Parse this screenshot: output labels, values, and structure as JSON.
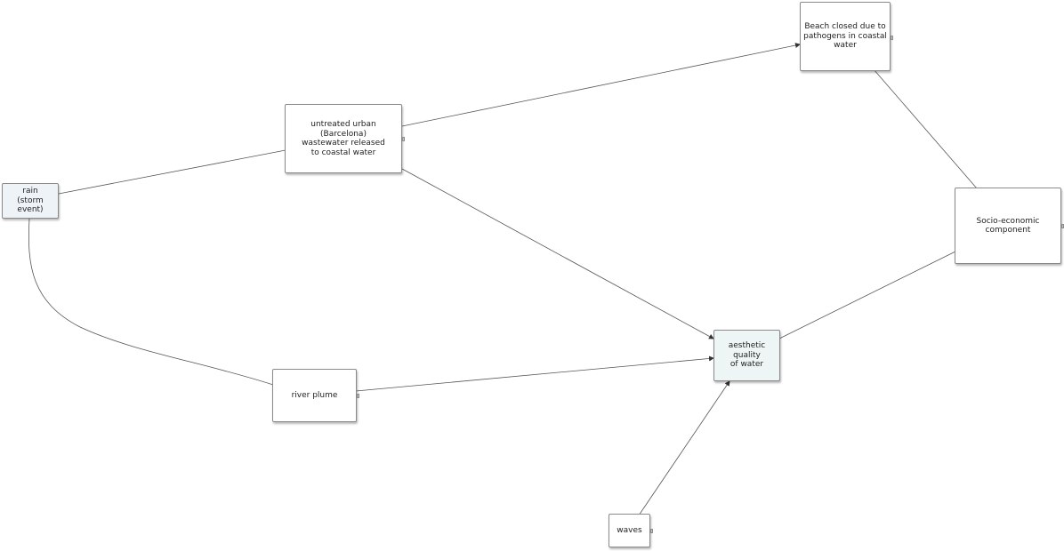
{
  "nodes": [
    {
      "id": "rain",
      "label": "rain\n(storm event)",
      "fill": "#eef3f7"
    },
    {
      "id": "wastewater",
      "label": "untreated urban (Barcelona)\nwastewater released\nto coastal water",
      "fill": "#ffffff"
    },
    {
      "id": "beach",
      "label": "Beach closed due to\npathogens in coastal\nwater",
      "fill": "#ffffff"
    },
    {
      "id": "socio",
      "label": "Socio-economic component",
      "fill": "#ffffff"
    },
    {
      "id": "aesthetic",
      "label": "aesthetic quality\nof water",
      "fill": "#eef5f5"
    },
    {
      "id": "river",
      "label": "river plume",
      "fill": "#ffffff"
    },
    {
      "id": "waves",
      "label": "waves",
      "fill": "#ffffff"
    }
  ],
  "edges": [
    {
      "from": "rain",
      "to": "wastewater",
      "arrow": false
    },
    {
      "from": "rain",
      "to": "river",
      "arrow": false
    },
    {
      "from": "wastewater",
      "to": "beach",
      "arrow": true
    },
    {
      "from": "wastewater",
      "to": "aesthetic",
      "arrow": true
    },
    {
      "from": "river",
      "to": "aesthetic",
      "arrow": true
    },
    {
      "from": "waves",
      "to": "aesthetic",
      "arrow": true
    },
    {
      "from": "beach",
      "to": "socio",
      "arrow": false
    },
    {
      "from": "aesthetic",
      "to": "socio",
      "arrow": false
    }
  ],
  "colors": {
    "edge": "#555555",
    "node_border": "#8a8a8a",
    "port": "#bdbdbd"
  }
}
